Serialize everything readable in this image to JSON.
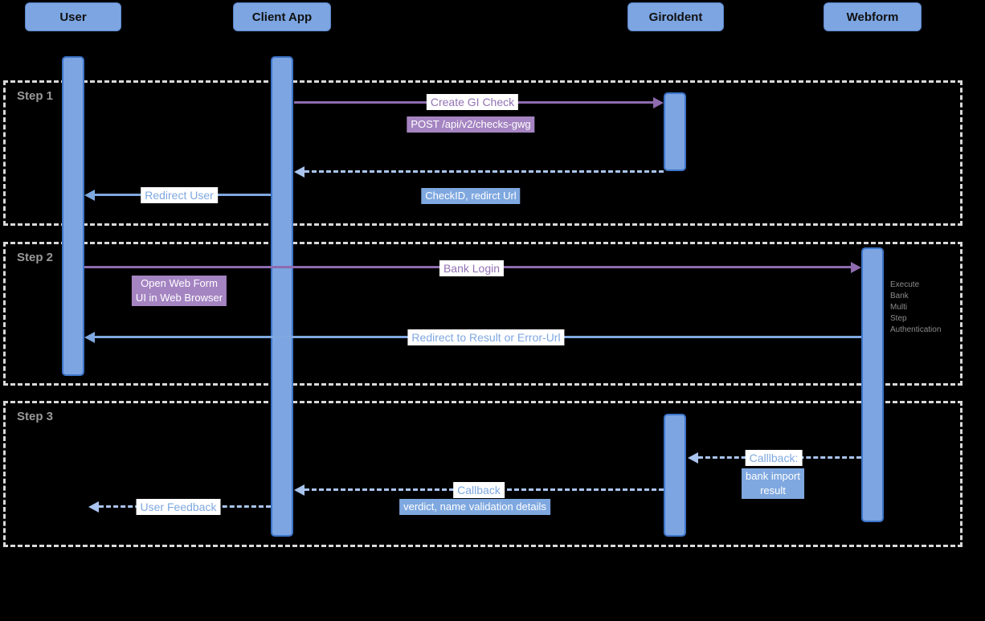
{
  "actors": [
    {
      "label": "User"
    },
    {
      "label": "Client App"
    },
    {
      "label": "GiroIdent"
    },
    {
      "label": "Webform"
    }
  ],
  "steps": [
    {
      "label": "Step 1"
    },
    {
      "label": "Step 2"
    },
    {
      "label": "Step 3"
    }
  ],
  "messages": {
    "create_gi_check": {
      "label": "Create GI Check",
      "detail": "POST /api/v2/checks-gwg"
    },
    "checkid_return": {
      "detail": "CheckID, redirct Url"
    },
    "redirect_user": {
      "label": "Redirect User"
    },
    "bank_login": {
      "label": "Bank Login",
      "detail": "Open Web Form\nUI in Web Browser"
    },
    "webform_note": "Execute\nBank\nMulti\nStep\nAuthentication",
    "redirect_result": {
      "label": "Redirect to Result or Error-Url"
    },
    "webform_callback": {
      "label": "Calllback:",
      "detail": "bank import\nresult"
    },
    "giroident_callback": {
      "label": "Callback",
      "detail": "verdict, name validation details"
    },
    "user_feedback": {
      "label": "User Feedback"
    }
  },
  "colors": {
    "background": "#000000",
    "actor_fill": "#7CA5E2",
    "bar_border": "#3D74C8",
    "purple_line": "#8E6BAE",
    "purple_text": "#9272B5",
    "purple_bg": "#A584C2",
    "blue_solid": "#7FA8E0",
    "blue_dashed": "#A9C4EE",
    "frame_dash": "#D9D9D9",
    "step_label": "#999999",
    "note_text": "#8C8C8C"
  }
}
